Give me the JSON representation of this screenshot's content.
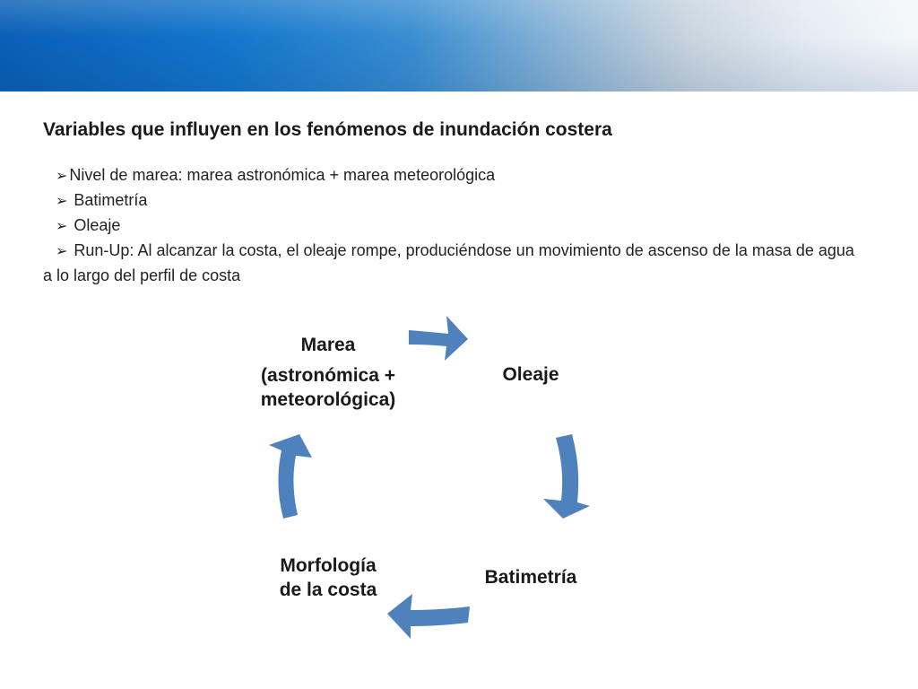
{
  "title": "Variables que influyen en los fenómenos de inundación costera",
  "bullet_icon": "arrowhead-bullet-icon",
  "bullets": [
    "Nivel de marea: marea astronómica + marea meteorológica",
    " Batimetría",
    " Oleaje",
    " Run-Up: Al alcanzar la costa, el oleaje rompe, produciéndose un movimiento de ascenso de la masa de agua a lo largo del perfil de costa"
  ],
  "cycle": {
    "marea_line1": "Marea",
    "marea_line2": "(astronómica +",
    "marea_line3": "meteorológica)",
    "oleaje": "Oleaje",
    "batimetria": "Batimetría",
    "morfologia_line1": "Morfología",
    "morfologia_line2": "de la costa"
  },
  "colors": {
    "arrow": "#4f81bd"
  }
}
